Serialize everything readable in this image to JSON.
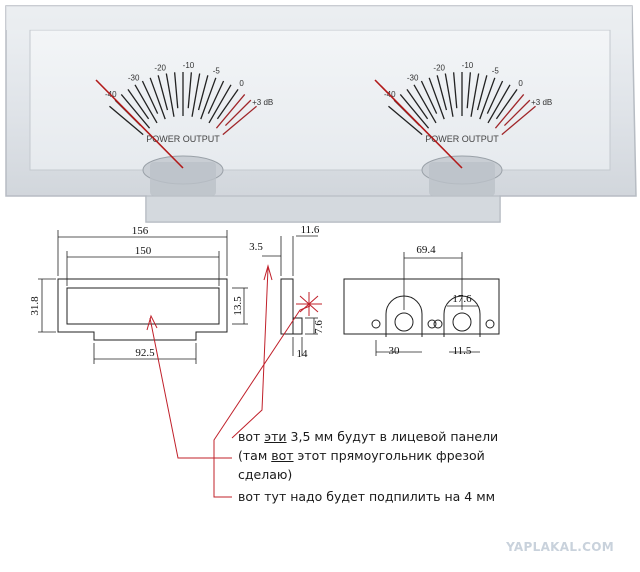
{
  "meter": {
    "scale_left": [
      "-40",
      "-30",
      "-20",
      "-10",
      "-5",
      "0",
      "+3 dB"
    ],
    "scale_right": [
      "-40",
      "-30",
      "-20",
      "-10",
      "-5",
      "0",
      "+3 dB"
    ],
    "caption_left": "POWER OUTPUT",
    "caption_right": "POWER OUTPUT"
  },
  "drawing": {
    "front": {
      "overall_width": "156",
      "window_width": "150",
      "height": "31.8",
      "window_height": "13.5",
      "tab_width": "92.5"
    },
    "side": {
      "depth": "11.6",
      "face_thickness": "3.5",
      "tab_height": "7.6",
      "tab_offset": "14"
    },
    "back": {
      "terminal_spacing": "69.4",
      "hole_height": "17.6",
      "left_offset": "30",
      "right_offset": "11.5"
    }
  },
  "notes": {
    "line1_a": "вот ",
    "line1_b": "эти",
    "line1_c": " 3,5 мм будут в лицевой панели",
    "line2_a": "(там ",
    "line2_b": "вот",
    "line2_c": " этот прямоугольник фрезой",
    "line3": "сделаю)",
    "line4": "вот тут надо будет подпилить на 4 мм"
  },
  "watermark": "YAPLAKAL.COM"
}
